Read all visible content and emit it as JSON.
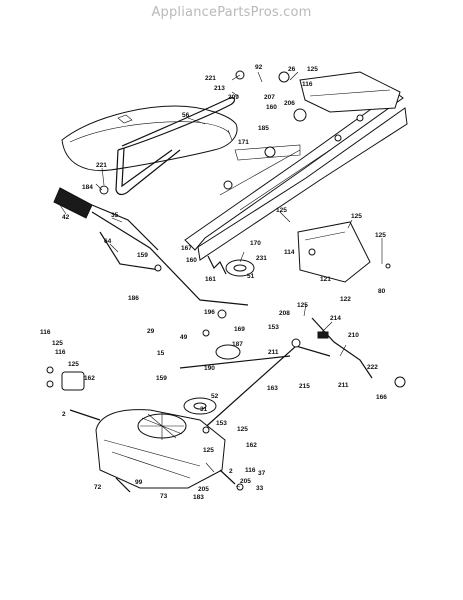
{
  "watermark": "AppliancePartsPros.com",
  "callouts": [
    {
      "id": "c92",
      "text": "92"
    },
    {
      "id": "c26",
      "text": "26"
    },
    {
      "id": "c125a",
      "text": "125"
    },
    {
      "id": "c221a",
      "text": "221"
    },
    {
      "id": "c213",
      "text": "213"
    },
    {
      "id": "c209",
      "text": "209"
    },
    {
      "id": "c207",
      "text": "207"
    },
    {
      "id": "c116a",
      "text": "116"
    },
    {
      "id": "c160a",
      "text": "160"
    },
    {
      "id": "c206",
      "text": "206"
    },
    {
      "id": "c185",
      "text": "185"
    },
    {
      "id": "c56",
      "text": "56"
    },
    {
      "id": "c171",
      "text": "171"
    },
    {
      "id": "c221b",
      "text": "221"
    },
    {
      "id": "c184",
      "text": "184"
    },
    {
      "id": "c42",
      "text": "42"
    },
    {
      "id": "c35",
      "text": "35"
    },
    {
      "id": "c125b",
      "text": "125"
    },
    {
      "id": "c125c",
      "text": "125"
    },
    {
      "id": "c125d",
      "text": "125"
    },
    {
      "id": "c64",
      "text": "64"
    },
    {
      "id": "c167",
      "text": "167"
    },
    {
      "id": "c170",
      "text": "170"
    },
    {
      "id": "c114",
      "text": "114"
    },
    {
      "id": "c159a",
      "text": "159"
    },
    {
      "id": "c160b",
      "text": "160"
    },
    {
      "id": "c231",
      "text": "231"
    },
    {
      "id": "c161",
      "text": "161"
    },
    {
      "id": "c51",
      "text": "51"
    },
    {
      "id": "c121",
      "text": "121"
    },
    {
      "id": "c80",
      "text": "80"
    },
    {
      "id": "c186",
      "text": "186"
    },
    {
      "id": "c122",
      "text": "122"
    },
    {
      "id": "c125e",
      "text": "125"
    },
    {
      "id": "c196",
      "text": "196"
    },
    {
      "id": "c208",
      "text": "208"
    },
    {
      "id": "c214",
      "text": "214"
    },
    {
      "id": "c29",
      "text": "29"
    },
    {
      "id": "c169",
      "text": "169"
    },
    {
      "id": "c153a",
      "text": "153"
    },
    {
      "id": "c49",
      "text": "49"
    },
    {
      "id": "c187",
      "text": "187"
    },
    {
      "id": "c210",
      "text": "210"
    },
    {
      "id": "c116b",
      "text": "116"
    },
    {
      "id": "c125f",
      "text": "125"
    },
    {
      "id": "c116c",
      "text": "116"
    },
    {
      "id": "c15",
      "text": "15"
    },
    {
      "id": "c211a",
      "text": "211"
    },
    {
      "id": "c125g",
      "text": "125"
    },
    {
      "id": "c190",
      "text": "190"
    },
    {
      "id": "c222",
      "text": "222"
    },
    {
      "id": "c159b",
      "text": "159"
    },
    {
      "id": "c163",
      "text": "163"
    },
    {
      "id": "c215",
      "text": "215"
    },
    {
      "id": "c211b",
      "text": "211"
    },
    {
      "id": "c162a",
      "text": "162"
    },
    {
      "id": "c52",
      "text": "52"
    },
    {
      "id": "c166",
      "text": "166"
    },
    {
      "id": "c31",
      "text": "31"
    },
    {
      "id": "c2a",
      "text": "2"
    },
    {
      "id": "c153b",
      "text": "153"
    },
    {
      "id": "c125h",
      "text": "125"
    },
    {
      "id": "c162b",
      "text": "162"
    },
    {
      "id": "c125i",
      "text": "125"
    },
    {
      "id": "c116d",
      "text": "116"
    },
    {
      "id": "c2b",
      "text": "2"
    },
    {
      "id": "c37",
      "text": "37"
    },
    {
      "id": "c205a",
      "text": "205"
    },
    {
      "id": "c99",
      "text": "99"
    },
    {
      "id": "c205b",
      "text": "205"
    },
    {
      "id": "c72",
      "text": "72"
    },
    {
      "id": "c183",
      "text": "183"
    },
    {
      "id": "c33",
      "text": "33"
    },
    {
      "id": "c73",
      "text": "73"
    }
  ]
}
